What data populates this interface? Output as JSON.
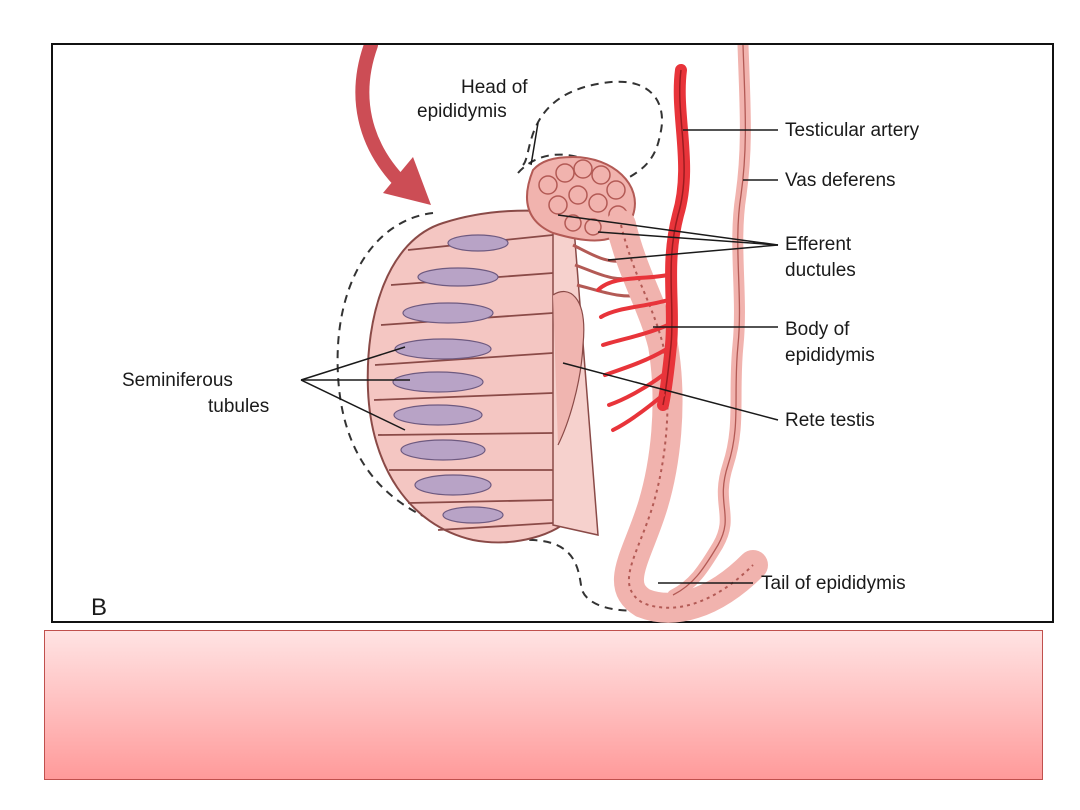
{
  "figure": {
    "panel_letter": "B",
    "labels": {
      "head_of_epididymis": [
        "Head of",
        "epididymis"
      ],
      "testicular_artery": "Testicular artery",
      "vas_deferens": "Vas deferens",
      "efferent_ductules": [
        "Efferent",
        "ductules"
      ],
      "body_of_epididymis": [
        "Body of",
        "epididymis"
      ],
      "seminiferous_tubules": [
        "Seminiferous",
        "tubules"
      ],
      "rete_testis": "Rete testis",
      "tail_of_epididymis": "Tail of epididymis"
    },
    "colors": {
      "tissue": "#f4c6c2",
      "tissue_dark": "#d9827d",
      "tubules": "#b8a3c6",
      "artery": "#e8343a",
      "arrow": "#cc4d55"
    }
  },
  "caption": {}
}
